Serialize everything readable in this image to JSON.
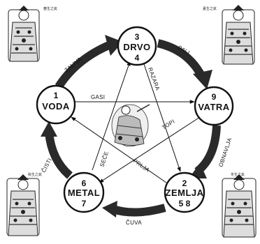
{
  "elements": {
    "drvo": {
      "numbers": "3",
      "numbers2": "4",
      "name": "DRVO"
    },
    "vatra": {
      "numbers": "9",
      "numbers2": "",
      "name": "VATRA"
    },
    "zemlja": {
      "numbers": "2",
      "numbers2": "5  8",
      "name": "ZEMLJA"
    },
    "metal": {
      "numbers": "6",
      "numbers2": "7",
      "name": "METAL"
    },
    "voda": {
      "numbers": "1",
      "numbers2": "",
      "name": "VODA"
    }
  },
  "generating_cycle": {
    "voda_drvo": "ZALIVA",
    "drvo_vatra": "PALI",
    "vatra_zemlja": "OBNAVLJA",
    "zemlja_metal": "ČUVA",
    "metal_voda": "ČISTI"
  },
  "controlling_cycle": {
    "voda_vatra": "GASI",
    "drvo_zemlja": "RAZARA",
    "vatra_metal": "TOPI",
    "zemlja_voda": "PRLJA",
    "metal_drvo": "SEČE"
  },
  "figures": {
    "top_left_caption": "春生之氣",
    "top_right_caption": "夏生之氣",
    "bottom_left_caption": "秋生之氣",
    "bottom_right_caption": "冬生之氣"
  },
  "colors": {
    "ink": "#111111",
    "arrow": "#2a2a2a",
    "background": "#ffffff"
  }
}
